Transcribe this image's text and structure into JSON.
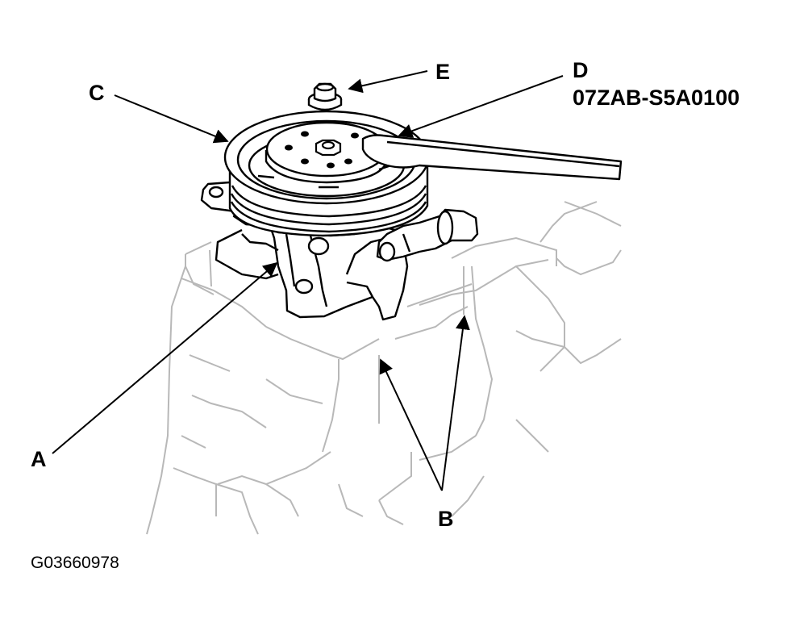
{
  "labels": {
    "A": "A",
    "B": "B",
    "C": "C",
    "D": "D",
    "D_part": "07ZAB-S5A0100",
    "E": "E"
  },
  "figure_id": "G03660978",
  "colors": {
    "ink": "#000000",
    "faint": "#b8b8b8",
    "paper": "#ffffff"
  }
}
